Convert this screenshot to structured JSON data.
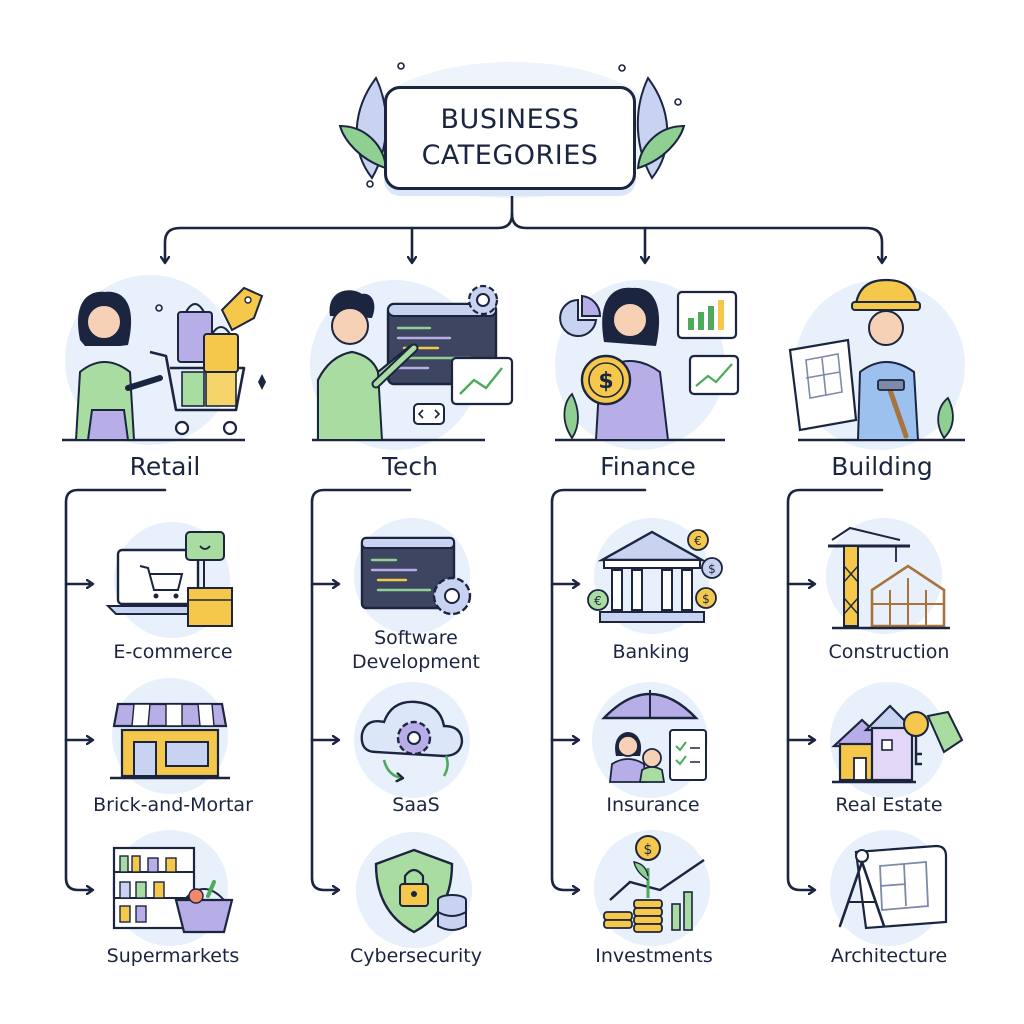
{
  "title": {
    "line1": "BUSINESS",
    "line2": "CATEGORIES"
  },
  "categories": [
    {
      "label": "Retail",
      "icon": "shopper-with-cart-icon",
      "subs": [
        {
          "label": "E-commerce",
          "icon": "laptop-cart-icon"
        },
        {
          "label": "Brick-and-Mortar",
          "icon": "storefront-icon"
        },
        {
          "label": "Supermarkets",
          "icon": "grocery-shelves-icon"
        }
      ]
    },
    {
      "label": "Tech",
      "icon": "developer-at-screen-icon",
      "subs": [
        {
          "label": "Software",
          "label2": "Development",
          "icon": "code-window-gear-icon"
        },
        {
          "label": "SaaS",
          "icon": "cloud-gear-icon"
        },
        {
          "label": "Cybersecurity",
          "icon": "shield-lock-icon"
        }
      ]
    },
    {
      "label": "Finance",
      "icon": "woman-holding-coin-icon",
      "subs": [
        {
          "label": "Banking",
          "icon": "bank-building-icon"
        },
        {
          "label": "Insurance",
          "icon": "umbrella-family-icon"
        },
        {
          "label": "Investments",
          "icon": "coin-growth-chart-icon"
        }
      ]
    },
    {
      "label": "Building",
      "icon": "builder-with-blueprint-icon",
      "subs": [
        {
          "label": "Construction",
          "icon": "crane-house-frame-icon"
        },
        {
          "label": "Real Estate",
          "icon": "house-key-icon"
        },
        {
          "label": "Architecture",
          "icon": "compass-blueprint-icon"
        }
      ]
    }
  ],
  "colors": {
    "ink": "#1b2540",
    "accent_blue": "#dbe7f8",
    "green": "#9ad39a",
    "purple": "#a79be0",
    "yellow": "#f5c84c",
    "leaf": "#7cc47e"
  }
}
